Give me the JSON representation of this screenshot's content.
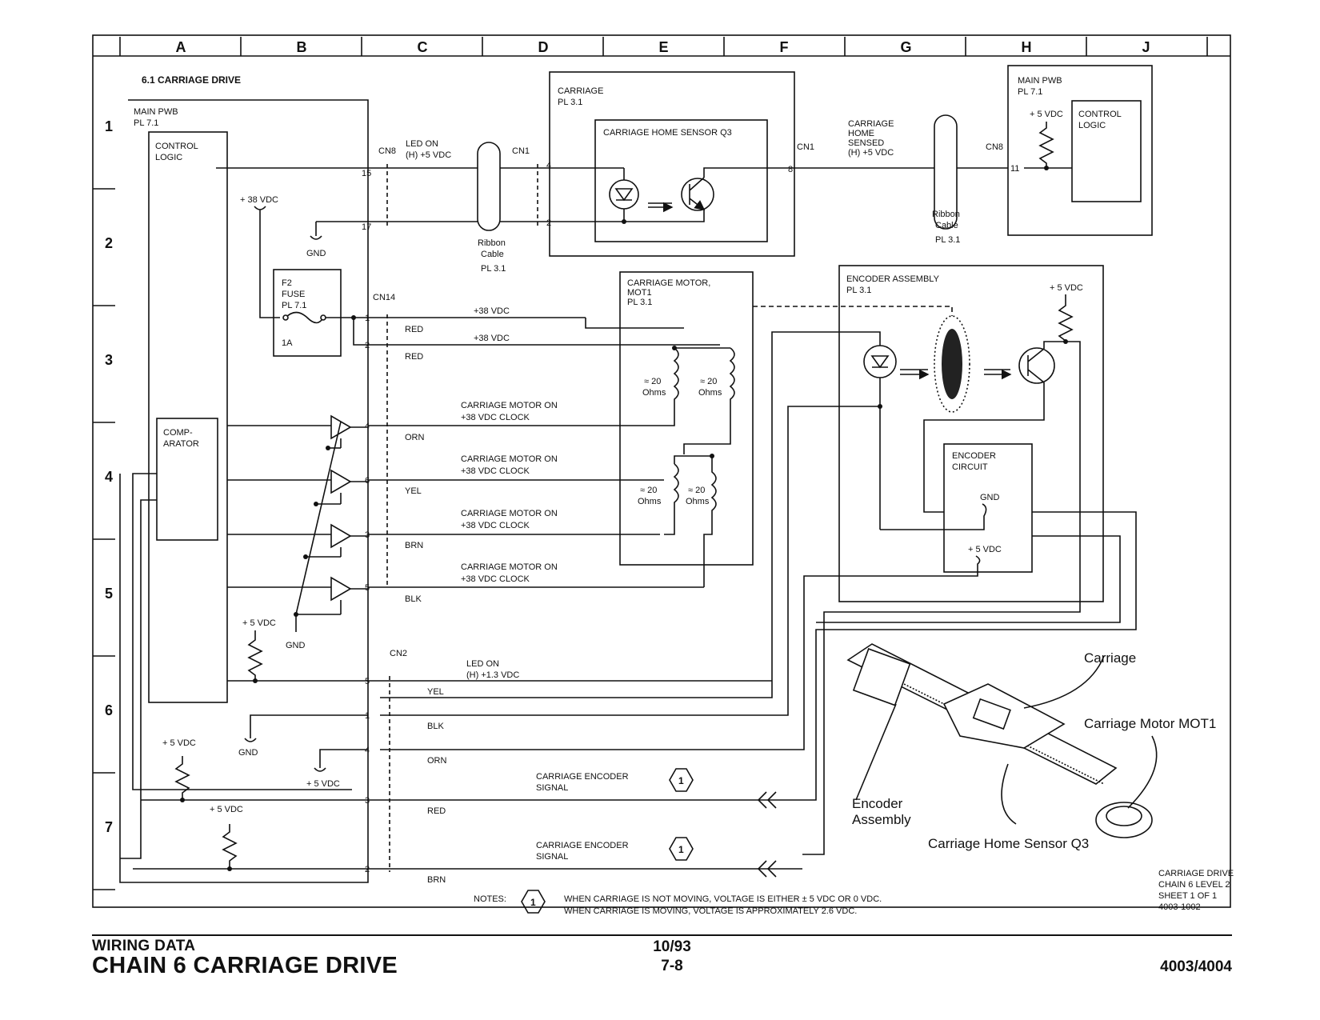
{
  "columns": [
    "A",
    "B",
    "C",
    "D",
    "E",
    "F",
    "G",
    "H",
    "J"
  ],
  "rows": [
    "1",
    "2",
    "3",
    "4",
    "5",
    "6",
    "7"
  ],
  "section_title": "6.1 CARRIAGE DRIVE",
  "main_pwb_left": {
    "title": "MAIN PWB",
    "ref": "PL 7.1",
    "control_logic": [
      "CONTROL",
      "LOGIC"
    ],
    "comparator": [
      "COMP-",
      "ARATOR"
    ]
  },
  "connectors": {
    "cn8": "CN8",
    "cn1": "CN1",
    "cn14": "CN14",
    "cn2": "CN2",
    "cn1_right": "CN1",
    "cn8_right": "CN8",
    "pins_cn8": [
      "15",
      "17"
    ],
    "pins_cn1": [
      "4",
      "2"
    ],
    "pins_cn14": [
      "1",
      "2",
      "4",
      "6",
      "3",
      "5"
    ],
    "pins_cn2": [
      "5",
      "1",
      "4",
      "3",
      "2"
    ],
    "pin_cn1_right": "8",
    "pin_cn8_right": "11"
  },
  "signals": {
    "led_on": [
      "LED ON",
      "(H) +5 VDC"
    ],
    "led_on_13": [
      "LED ON",
      "(H) +1.3 VDC"
    ],
    "home_sensed": [
      "CARRIAGE",
      "HOME",
      "SENSED",
      "(H) +5 VDC"
    ],
    "plus38": "+38 VDC",
    "motor_on": [
      "CARRIAGE MOTOR ON",
      "+38 VDC CLOCK"
    ],
    "encoder_signal": [
      "CARRIAGE ENCODER",
      "SIGNAL"
    ]
  },
  "power": {
    "p38": "+ 38 VDC",
    "p5": "+ 5 VDC",
    "gnd": "GND"
  },
  "wire_colors": {
    "red": "RED",
    "orn": "ORN",
    "yel": "YEL",
    "brn": "BRN",
    "blk": "BLK"
  },
  "ribbon_cable": [
    "Ribbon",
    "Cable",
    "PL 3.1"
  ],
  "fuse": [
    "F2",
    "FUSE",
    "PL 7.1",
    "1A"
  ],
  "carriage_box": {
    "title": "CARRIAGE",
    "ref": "PL 3.1",
    "sensor": "CARRIAGE HOME SENSOR Q3"
  },
  "motor_box": {
    "title": [
      "CARRIAGE MOTOR,",
      "MOT1",
      "PL 3.1"
    ],
    "coil": [
      "≈ 20",
      "Ohms"
    ]
  },
  "main_pwb_right": {
    "title": "MAIN PWB",
    "ref": "PL 7.1",
    "logic": [
      "CONTROL",
      "LOGIC"
    ]
  },
  "encoder_assembly": {
    "title": "ENCODER ASSEMBLY",
    "ref": "PL 3.1",
    "circuit": [
      "ENCODER",
      "CIRCUIT"
    ]
  },
  "callouts": {
    "carriage": "Carriage",
    "motor": "Carriage Motor MOT1",
    "encoder": [
      "Encoder",
      "Assembly"
    ],
    "home_sensor": "Carriage Home Sensor Q3"
  },
  "note_marker": "1",
  "notes_label": "NOTES:",
  "notes": [
    "WHEN CARRIAGE IS NOT MOVING, VOLTAGE IS EITHER ± 5 VDC OR 0 VDC.",
    "WHEN CARRIAGE IS MOVING, VOLTAGE IS APPROXIMATELY 2.6 VDC."
  ],
  "sheet_info": [
    "CARRIAGE DRIVE",
    "CHAIN 6 LEVEL 2",
    "SHEET 1 OF 1",
    "4003-1002"
  ],
  "footer": {
    "subtitle": "WIRING DATA",
    "title": "CHAIN 6 CARRIAGE DRIVE",
    "date": "10/93",
    "page": "7-8",
    "model": "4003/4004"
  }
}
